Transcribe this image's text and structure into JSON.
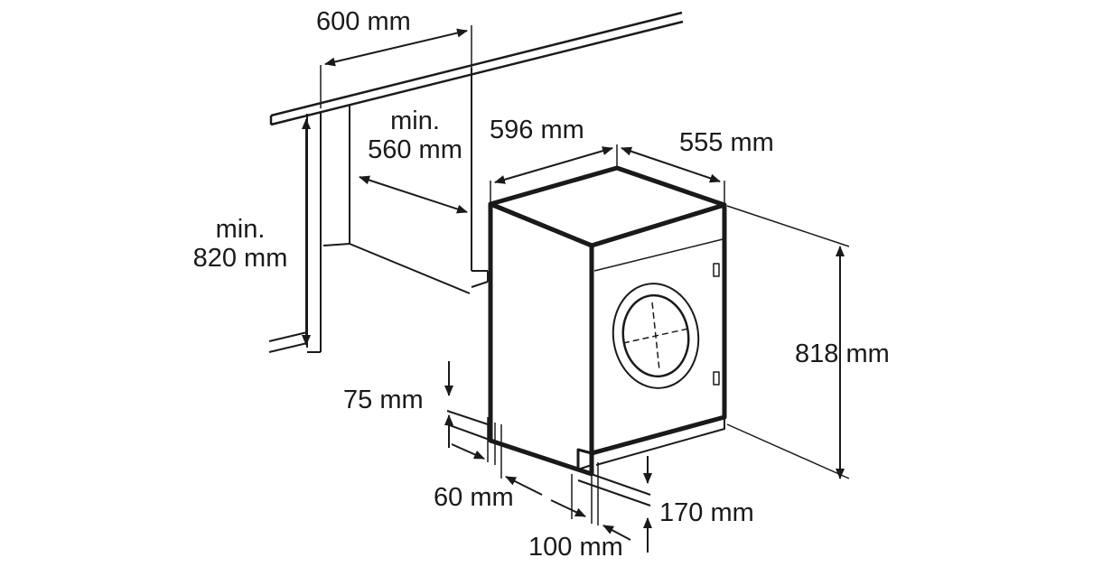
{
  "dimensions": {
    "width_niche": "600 mm",
    "min_depth_line1": "min.",
    "min_depth_line2": "560 mm",
    "min_height_line1": "min.",
    "min_height_line2": "820 mm",
    "machine_width": "596 mm",
    "machine_depth": "555 mm",
    "machine_height": "818 mm",
    "plinth_height": "75 mm",
    "plinth_recess": "60 mm",
    "door_clearance_height": "170 mm",
    "door_clearance_depth": "100 mm"
  }
}
